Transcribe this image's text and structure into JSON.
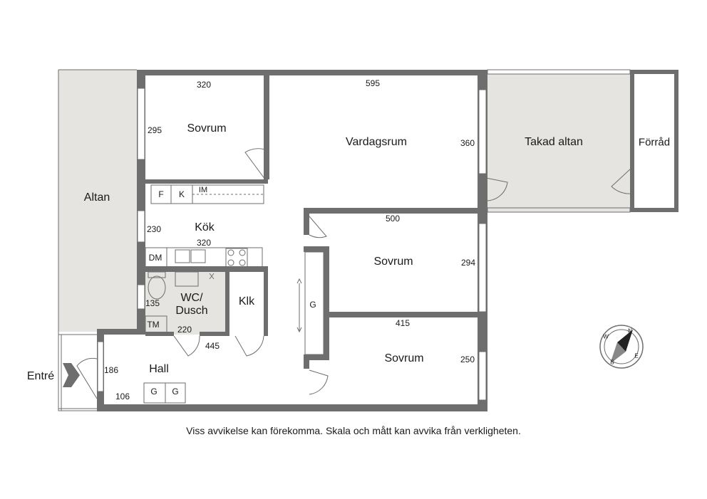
{
  "rooms": {
    "altan": "Altan",
    "sovrum_top": "Sovrum",
    "vardagsrum": "Vardagsrum",
    "takad_altan": "Takad altan",
    "forrad": "Förråd",
    "kok": "Kök",
    "wc_dusch_1": "WC/",
    "wc_dusch_2": "Dusch",
    "klk": "Klk",
    "sovrum_mid": "Sovrum",
    "sovrum_bottom": "Sovrum",
    "hall": "Hall",
    "entre": "Entré"
  },
  "dimensions": {
    "sovrum_top_w": "320",
    "sovrum_top_h": "295",
    "vardagsrum_w": "595",
    "vardagsrum_h": "360",
    "kok_h": "230",
    "kok_w": "320",
    "sovrum_mid_w": "500",
    "sovrum_mid_h": "294",
    "sovrum_bottom_w": "415",
    "sovrum_bottom_h": "250",
    "wc_h": "135",
    "wc_w": "220",
    "hall_w": "445",
    "hall_h": "186",
    "hall_small": "106"
  },
  "fixtures": {
    "f": "F",
    "k": "K",
    "im": "IM",
    "dm": "DM",
    "tm": "TM",
    "g_wardrobe": "G",
    "g_hall_1": "G",
    "g_hall_2": "G"
  },
  "compass": {
    "n": "N",
    "e": "E",
    "s": "S",
    "w": "W"
  },
  "disclaimer": "Viss avvikelse kan förekomma. Skala och mått kan avvika från verkligheten.",
  "colors": {
    "wall": "#6e6e6e",
    "outdoor": "#e6e4e1",
    "text": "#1a1a1a"
  }
}
